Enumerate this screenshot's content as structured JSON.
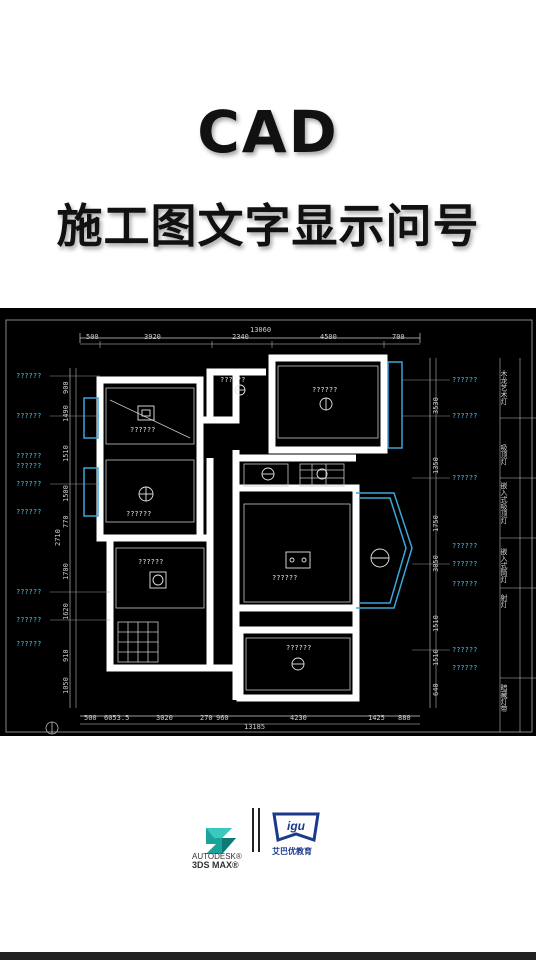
{
  "header": {
    "title": "CAD",
    "subtitle": "施工图文字显示问号"
  },
  "drawing": {
    "dim_top": [
      "500",
      "3920",
      "2340",
      "4500",
      "700"
    ],
    "dim_total_top": "13060",
    "dim_bottom": [
      "500",
      "6053.5",
      "3020",
      "270",
      "960",
      "4230",
      "1425",
      "880"
    ],
    "dim_total_bottom": "13185",
    "dim_left": [
      "900",
      "1490",
      "1510",
      "1500",
      "770",
      "2710",
      "1700",
      "1620",
      "910",
      "1050"
    ],
    "dim_right": [
      "3530",
      "1350",
      "1750",
      "3050",
      "1510",
      "1510",
      "640"
    ],
    "question_label": "??????",
    "side_text": [
      "木龙艺术灯",
      "吸顶灯",
      "嵌入式吸顶灯",
      "嵌入式筒灯",
      "射灯",
      "暗藏灯带"
    ]
  },
  "footer": {
    "logo_left_line1": "AUTODESK®",
    "logo_left_line2": "3DS MAX®",
    "logo_right_text": "艾巴优教育",
    "logo_right_mark": "igu"
  },
  "colors": {
    "cad_background": "#000000",
    "wall": "#ffffff",
    "room_line": "#c8c8c8",
    "dim_line": "#cfcfcf",
    "label_cyan": "#33ccff",
    "logo_teal": "#1aa39a",
    "logo_blue": "#1a3a8a"
  }
}
